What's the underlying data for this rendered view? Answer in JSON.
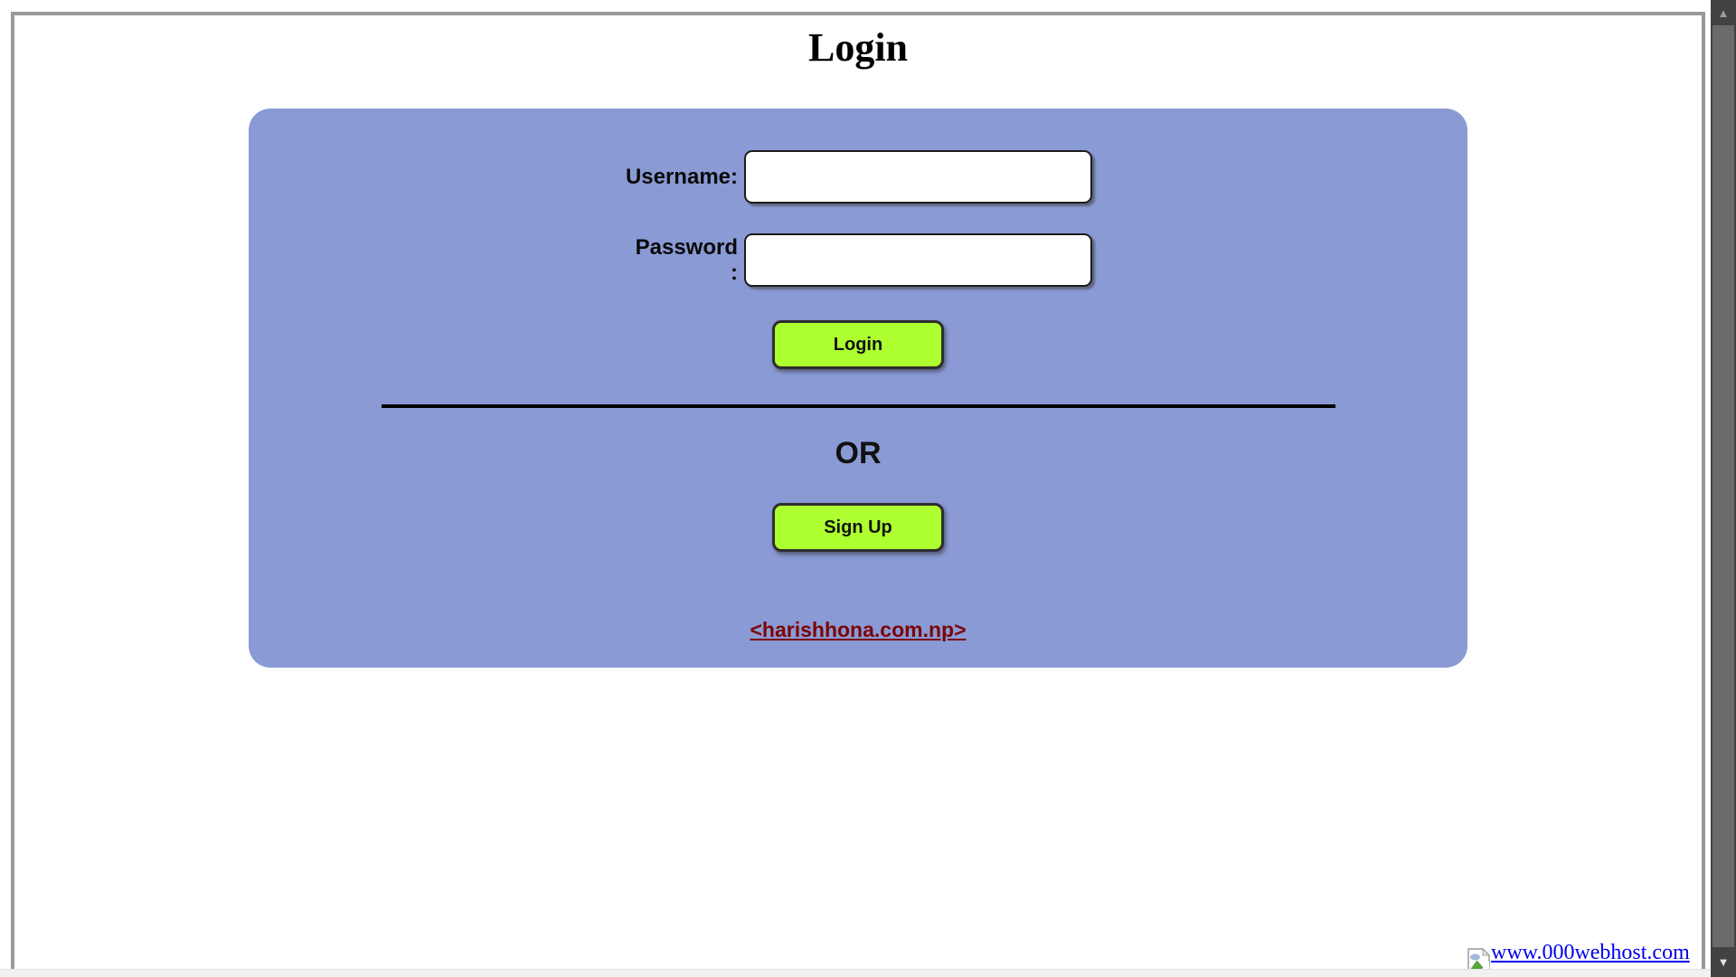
{
  "page": {
    "title": "Login"
  },
  "form": {
    "username_label": "Username:",
    "username_value": "",
    "password_label": "Password :",
    "password_value": "",
    "login_button_label": "Login",
    "or_label": "OR",
    "signup_button_label": "Sign Up",
    "site_link_label": "<harishhona.com.np>"
  },
  "footer": {
    "host_link_label": "www.000webhost.com",
    "broken_image_icon": "broken-image-icon"
  },
  "scrollbar": {
    "up_arrow": "▲",
    "down_arrow": "▼"
  },
  "colors": {
    "panel_background": "#8a9ad5",
    "button_background": "#adff2f",
    "site_link_color": "#7b0505",
    "host_link_color": "#0000ee",
    "frame_border": "#999999",
    "scrollbar_track": "#424242",
    "scrollbar_thumb": "#6b6b6b",
    "divider_color": "#000000"
  }
}
